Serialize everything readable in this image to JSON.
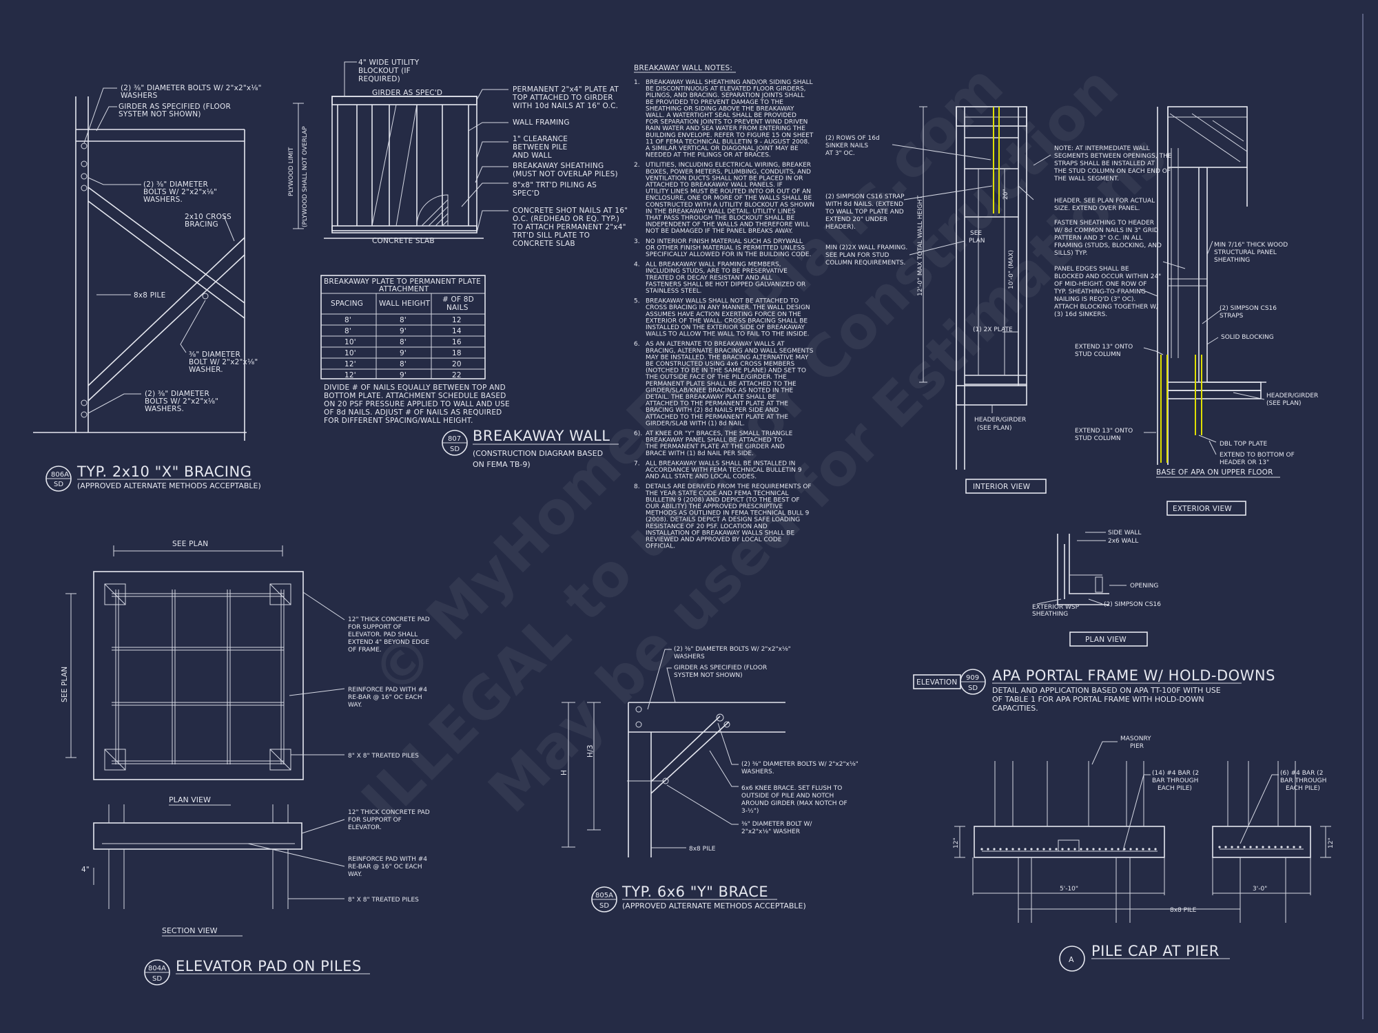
{
  "watermark": {
    "line1": "© MyHomeFloorPlans.com",
    "line2": "ILLEGAL to use for Construction",
    "line3": "May be used for Estimations"
  },
  "x_bracing": {
    "callout_num": "806A",
    "callout_sheet": "SD",
    "title": "TYP. 2x10 \"X\" BRACING",
    "subtitle": "(APPROVED ALTERNATE METHODS ACCEPTABLE)",
    "labels": [
      "(2) ⅜\" DIAMETER BOLTS W/ 2\"x2\"x⅛\"",
      "WASHERS",
      "GIRDER AS SPECIFIED (FLOOR",
      "SYSTEM NOT SHOWN)",
      "(2) ⅜\" DIAMETER",
      "BOLTS W/ 2\"x2\"x⅛\"",
      "WASHERS.",
      "2x10 CROSS",
      "BRACING",
      "8x8 PILE",
      "⅜\" DIAMETER",
      "BOLT W/ 2\"x2\"x⅛\"",
      "WASHER.",
      "(2) ⅜\" DIAMETER",
      "BOLTS W/ 2\"x2\"x⅛\"",
      "WASHERS."
    ]
  },
  "breakaway": {
    "callout_num": "807",
    "callout_sheet": "SD",
    "title": "BREAKAWAY WALL",
    "subtitle1": "(CONSTRUCTION DIAGRAM BASED",
    "subtitle2": "ON FEMA TB-9)",
    "top_label": [
      "4\" WIDE UTILITY",
      "BLOCKOUT (IF",
      "REQUIRED)"
    ],
    "girder_label": "GIRDER AS SPEC'D",
    "slab_label": "CONCRETE SLAB",
    "plywood_limit": "PLYWOOD LIMIT",
    "plywood_note": "(PLYWOOD SHALL NOT OVERLAP",
    "right_labels": [
      "PERMANENT 2\"x4\" PLATE AT",
      "TOP ATTACHED TO GIRDER",
      "WITH 10d NAILS AT 16\" O.C.",
      "WALL FRAMING",
      "1\" CLEARANCE",
      "BETWEEN PILE",
      "AND WALL",
      "BREAKAWAY SHEATHING",
      "(MUST NOT OVERLAP PILES)",
      "8\"x8\" TRT'D PILING AS",
      "SPEC'D",
      "CONCRETE SHOT NAILS AT 16\"",
      "O.C. (REDHEAD OR EQ. TYP.)",
      "TO ATTACH PERMANENT 2\"x4\"",
      "TRT'D SILL PLATE TO",
      "CONCRETE SLAB"
    ],
    "table": {
      "title1": "BREAKAWAY PLATE TO PERMANENT PLATE",
      "title2": "ATTACHMENT",
      "headers": [
        "SPACING",
        "WALL HEIGHT",
        "# OF 8D",
        "NAILS"
      ],
      "rows": [
        [
          "8'",
          "8'",
          "12"
        ],
        [
          "8'",
          "9'",
          "14"
        ],
        [
          "10'",
          "8'",
          "16"
        ],
        [
          "10'",
          "9'",
          "18"
        ],
        [
          "12'",
          "8'",
          "20"
        ],
        [
          "12'",
          "9'",
          "22"
        ]
      ]
    },
    "table_note": [
      "DIVIDE # OF NAILS EQUALLY BETWEEN TOP AND",
      "BOTTOM PLATE. ATTACHMENT SCHEDULE BASED",
      "ON 20 PSF PRESSURE APPLIED TO WALL AND USE",
      "OF 8d NAILS. ADJUST # OF NAILS AS REQUIRED",
      "FOR DIFFERENT SPACING/WALL HEIGHT."
    ]
  },
  "notes": {
    "heading": "BREAKAWAY WALL NOTES:",
    "items": [
      [
        "1.",
        "BREAKAWAY WALL SHEATHING AND/OR SIDING SHALL"
      ],
      [
        "",
        "BE DISCONTINUOUS AT ELEVATED FLOOR GIRDERS,"
      ],
      [
        "",
        "PILINGS, AND BRACING. SEPARATION JOINTS SHALL"
      ],
      [
        "",
        "BE PROVIDED TO PREVENT DAMAGE TO THE"
      ],
      [
        "",
        "SHEATHING OR SIDING ABOVE THE BREAKAWAY"
      ],
      [
        "",
        "WALL. A WATERTIGHT SEAL SHALL BE PROVIDED"
      ],
      [
        "",
        "FOR SEPARATION JOINTS TO PREVENT WIND DRIVEN"
      ],
      [
        "",
        "RAIN WATER AND SEA WATER FROM ENTERING THE"
      ],
      [
        "",
        "BUILDING ENVELOPE. REFER TO FIGURE 15 ON SHEET"
      ],
      [
        "",
        "11 OF FEMA TECHNICAL BULLETIN 9 - AUGUST 2008."
      ],
      [
        "",
        "A SIMILAR VERTICAL OR DIAGONAL JOINT MAY BE"
      ],
      [
        "",
        "NEEDED AT THE PILINGS OR AT BRACES."
      ],
      [
        "2.",
        "UTILITIES, INCLUDING ELECTRICAL WIRING, BREAKER"
      ],
      [
        "",
        "BOXES, POWER METERS, PLUMBING, CONDUITS, AND"
      ],
      [
        "",
        "VENTILATION DUCTS SHALL NOT BE PLACED IN OR"
      ],
      [
        "",
        "ATTACHED TO BREAKAWAY WALL PANELS. IF"
      ],
      [
        "",
        "UTILITY LINES MUST BE ROUTED INTO OR OUT OF AN"
      ],
      [
        "",
        "ENCLOSURE, ONE OR MORE OF THE WALLS SHALL BE"
      ],
      [
        "",
        "CONSTRUCTED WITH A UTILITY BLOCKOUT AS SHOWN"
      ],
      [
        "",
        "IN THE BREAKAWAY WALL DETAIL. UTILITY LINES"
      ],
      [
        "",
        "THAT PASS THROUGH THE BLOCKOUT SHALL BE"
      ],
      [
        "",
        "INDEPENDENT OF THE WALLS AND THEREFORE WILL"
      ],
      [
        "",
        "NOT BE DAMAGED IF THE PANEL BREAKS AWAY."
      ],
      [
        "3.",
        "NO INTERIOR FINISH MATERIAL SUCH AS DRYWALL"
      ],
      [
        "",
        "OR OTHER FINISH MATERIAL IS PERMITTED UNLESS"
      ],
      [
        "",
        "SPECIFICALLY ALLOWED FOR IN THE BUILDING CODE."
      ],
      [
        "4.",
        "ALL BREAKAWAY WALL FRAMING MEMBERS,"
      ],
      [
        "",
        "INCLUDING STUDS, ARE TO BE PRESERVATIVE"
      ],
      [
        "",
        "TREATED OR DECAY RESISTANT AND ALL"
      ],
      [
        "",
        "FASTENERS SHALL BE HOT DIPPED GALVANIZED OR"
      ],
      [
        "",
        "STAINLESS STEEL."
      ],
      [
        "5.",
        "BREAKAWAY WALLS SHALL NOT BE ATTACHED TO"
      ],
      [
        "",
        "CROSS BRACING IN ANY MANNER. THE WALL DESIGN"
      ],
      [
        "",
        "ASSUMES HAVE ACTION EXERTING FORCE ON THE"
      ],
      [
        "",
        "EXTERIOR OF THE WALL. CROSS BRACING SHALL BE"
      ],
      [
        "",
        "INSTALLED ON THE EXTERIOR SIDE OF BREAKAWAY"
      ],
      [
        "",
        "WALLS TO ALLOW THE WALL TO FAIL TO THE INSIDE."
      ],
      [
        "6.",
        "AS AN ALTERNATE TO BREAKAWAY WALLS AT"
      ],
      [
        "",
        "BRACING, ALTERNATE BRACING AND WALL SEGMENTS"
      ],
      [
        "",
        "MAY BE INSTALLED. THE BRACING ALTERNATIVE MAY"
      ],
      [
        "",
        "BE CONSTRUCTED USING 4x6 CROSS MEMBERS"
      ],
      [
        "",
        "(NOTCHED TO BE IN THE SAME PLANE) AND SET TO"
      ],
      [
        "",
        "THE OUTSIDE FACE OF THE PILE/GIRDER. THE"
      ],
      [
        "",
        "PERMANENT PLATE SHALL BE ATTACHED TO THE"
      ],
      [
        "",
        "GIRDER/SLAB/KNEE BRACING AS NOTED IN THE"
      ],
      [
        "",
        "DETAIL. THE BREAKAWAY PLATE SHALL BE"
      ],
      [
        "",
        "ATTACHED TO THE PERMANENT PLATE AT THE"
      ],
      [
        "",
        "BRACING WITH (2) 8d NAILS PER SIDE AND"
      ],
      [
        "",
        "ATTACHED TO THE PERMANENT PLATE AT THE"
      ],
      [
        "",
        "GIRDER/SLAB WITH (1) 8d NAIL."
      ],
      [
        "6).",
        "AT KNEE OR \"Y\" BRACES, THE SMALL TRIANGLE"
      ],
      [
        "",
        "BREAKAWAY PANEL SHALL BE ATTACHED TO"
      ],
      [
        "",
        "THE PERMANENT PLATE AT THE GIRDER AND"
      ],
      [
        "",
        "BRACE WITH (1) 8d NAIL PER SIDE."
      ],
      [
        "7.",
        "ALL BREAKAWAY WALLS SHALL BE INSTALLED IN"
      ],
      [
        "",
        "ACCORDANCE WITH FEMA TECHNICAL BULLETIN 9"
      ],
      [
        "",
        "AND ALL STATE AND LOCAL CODES."
      ],
      [
        "8.",
        "DETAILS ARE DERIVED FROM THE REQUIREMENTS OF"
      ],
      [
        "",
        "THE YEAR STATE CODE AND FEMA TECHNICAL"
      ],
      [
        "",
        "BULLETIN 9 (2008) AND DEPICT (TO THE BEST OF"
      ],
      [
        "",
        "OUR ABILITY) THE APPROVED PRESCRIPTIVE"
      ],
      [
        "",
        "METHODS AS OUTLINED IN FEMA TECHNICAL BULL 9"
      ],
      [
        "",
        "(2008). DETAILS DEPICT A DESIGN SAFE LOADING"
      ],
      [
        "",
        "RESISTANCE OF 20 PSF. LOCATION AND"
      ],
      [
        "",
        "INSTALLATION OF BREAKAWAY WALLS SHALL BE"
      ],
      [
        "",
        "REVIEWED AND APPROVED BY LOCAL CODE"
      ],
      [
        "",
        "OFFICIAL."
      ]
    ]
  },
  "apa": {
    "callout_num": "909",
    "callout_sheet": "SD",
    "elevation_tag": "ELEVATION",
    "title": "APA PORTAL FRAME W/ HOLD-DOWNS",
    "subtitle": [
      "DETAIL AND APPLICATION BASED ON APA TT-100F WITH USE",
      "OF TABLE 1 FOR APA PORTAL FRAME WITH HOLD-DOWN",
      "CAPACITIES."
    ],
    "interior_view": "INTERIOR VIEW",
    "exterior_view": "EXTERIOR VIEW",
    "plan_view": "PLAN VIEW",
    "see_plan": [
      "SEE",
      "PLAN"
    ],
    "total_height": "12'-0\" MAX TOTAL WALL HEIGHT",
    "max_height": "10'-0\" (MAX)",
    "dim_20": "20\"",
    "left_labels": [
      "(2) ROWS OF 16d",
      "SINKER NAILS",
      "AT 3\" OC.",
      "(2) SIMPSON CS16 STRAP",
      "WITH 8d NAILS. (EXTEND",
      "TO WALL TOP PLATE AND",
      "EXTEND 20\" UNDER",
      "HEADER).",
      "MIN (2)2X WALL FRAMING.",
      "SEE PLAN FOR STUD",
      "COLUMN REQUIREMENTS.",
      "(1) 2X PLATE",
      "HEADER/GIRDER",
      "(SEE PLAN)"
    ],
    "mid_labels": [
      "NOTE: AT INTERMEDIATE WALL",
      "SEGMENTS BETWEEN OPENINGS, THE",
      "STRAPS SHALL BE INSTALLED AT",
      "THE STUD COLUMN ON EACH END OF",
      "THE WALL SEGMENT.",
      "HEADER. SEE PLAN FOR ACTUAL",
      "SIZE. EXTEND OVER PANEL.",
      "FASTEN SHEATHING TO HEADER",
      "W/ 8d COMMON NAILS IN 3\" GRID",
      "PATTERN AND 3\" O.C. IN ALL",
      "FRAMING (STUDS, BLOCKING, AND",
      "SILLS) TYP.",
      "PANEL EDGES SHALL BE",
      "BLOCKED AND OCCUR WITHIN 24\"",
      "OF MID-HEIGHT. ONE ROW OF",
      "TYP. SHEATHING-TO-FRAMING",
      "NAILING IS REQ'D (3\" OC).",
      "ATTACH BLOCKING TOGETHER W/",
      "(3) 16d SINKERS.",
      "EXTEND 13\" ONTO",
      "STUD COLUMN",
      "EXTEND 13\" ONTO",
      "STUD COLUMN"
    ],
    "right_labels": [
      "MIN 7/16\" THICK WOOD",
      "STRUCTURAL PANEL",
      "SHEATHING",
      "(2) SIMPSON CS16",
      "STRAPS",
      "SOLID BLOCKING",
      "HEADER/GIRDER",
      "(SEE PLAN)",
      "DBL TOP PLATE",
      "EXTEND TO BOTTOM OF",
      "HEADER OR 13\"",
      "BASE OF APA ON UPPER FLOOR"
    ],
    "plan_labels": [
      "SIDE WALL",
      "2x6 WALL",
      "OPENING",
      "EXTERIOR WSP",
      "SHEATHING",
      "(2) SIMPSON CS16"
    ]
  },
  "elevator": {
    "callout_num": "804A",
    "callout_sheet": "SD",
    "title": "ELEVATOR PAD ON PILES",
    "see_plan_top": "SEE PLAN",
    "see_plan_side": "SEE PLAN",
    "plan_view": "PLAN VIEW",
    "section_view": "SECTION VIEW",
    "dim_4": "4\"",
    "plan_labels": [
      "12\" THICK CONCRETE PAD",
      "FOR SUPPORT OF",
      "ELEVATOR. PAD SHALL",
      "EXTEND 4\" BEYOND EDGE",
      "OF FRAME.",
      "REINFORCE PAD WITH #4",
      "RE-BAR @ 16\" OC EACH",
      "WAY.",
      "8\" X 8\" TREATED PILES"
    ],
    "section_labels": [
      "12\" THICK CONCRETE PAD",
      "FOR SUPPORT OF",
      "ELEVATOR.",
      "REINFORCE PAD WITH #4",
      "RE-BAR @ 16\" OC EACH",
      "WAY.",
      "8\" X 8\" TREATED PILES"
    ]
  },
  "y_brace": {
    "callout_num": "805A",
    "callout_sheet": "SD",
    "title": "TYP. 6x6 \"Y\" BRACE",
    "subtitle": "(APPROVED ALTERNATE METHODS ACCEPTABLE)",
    "dim_h": "H",
    "dim_h3": "H/3",
    "labels": [
      "(2) ⅜\" DIAMETER BOLTS W/ 2\"x2\"x⅛\"",
      "WASHERS",
      "GIRDER AS SPECIFIED (FLOOR",
      "SYSTEM NOT SHOWN)",
      "(2) ⅜\" DIAMETER BOLTS W/ 2\"x2\"x⅛\"",
      "WASHERS.",
      "6x6 KNEE BRACE. SET FLUSH TO",
      "OUTSIDE OF PILE AND NOTCH",
      "AROUND GIRDER (MAX NOTCH OF",
      "3-½\")",
      "⅜\" DIAMETER BOLT W/",
      "2\"x2\"x⅛\" WASHER",
      "8x8 PILE"
    ]
  },
  "pile_cap": {
    "callout": "A",
    "title": "PILE CAP AT PIER",
    "labels": [
      "MASONRY",
      "PIER",
      "(14) #4 BAR (2",
      "BAR THROUGH",
      "EACH PILE)",
      "(6) #4 BAR (2",
      "BAR THROUGH",
      "EACH PILE)"
    ],
    "dim_12_left": "12\"",
    "dim_12_right": "12\"",
    "dim_510": "5'-10\"",
    "dim_30": "3'-0\"",
    "dim_pile": "8x8 PILE"
  }
}
